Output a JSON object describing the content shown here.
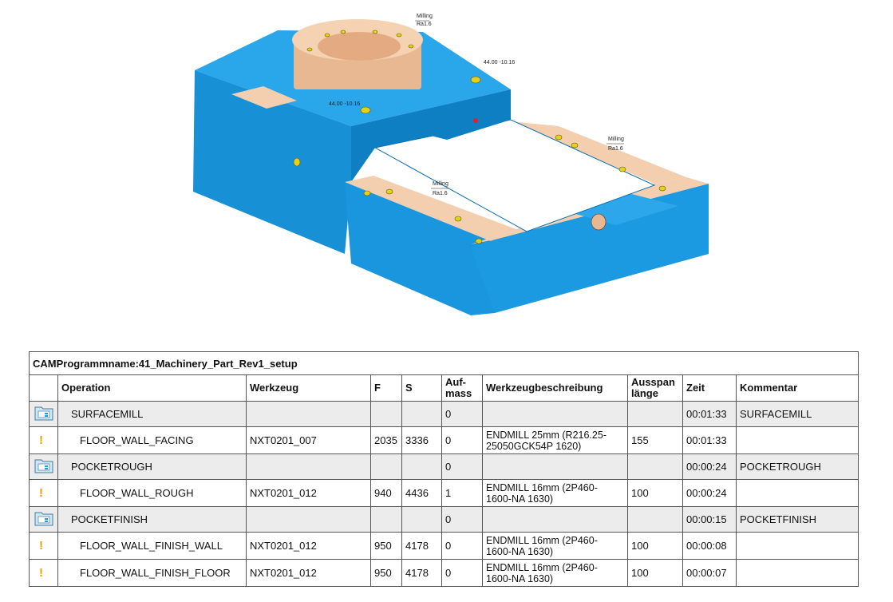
{
  "figure": {
    "annotations": [
      {
        "line1": "Milling",
        "line2": "Ra1.6"
      },
      {
        "line1": "Milling",
        "line2": "Ra1.6"
      },
      {
        "line1": "Milling",
        "line2": "Ra1.6"
      }
    ],
    "dimensions": [
      "44.00 -10.16",
      "44.00 -10.16"
    ],
    "colors": {
      "body": "#1b9ae0",
      "body_dark": "#0d6fb0",
      "machined": "#f3cfb0",
      "hole": "#e3d21a",
      "marker": "#e0202a"
    }
  },
  "table": {
    "title": "CAMProgrammname:41_Machinery_Part_Rev1_setup",
    "headers": {
      "icon": "",
      "operation": "Operation",
      "werkzeug": "Werkzeug",
      "f": "F",
      "s": "S",
      "aufmass_1": "Auf-",
      "aufmass_2": "mass",
      "beschreibung": "Werkzeugbeschreibung",
      "ausspan_1": "Ausspan",
      "ausspan_2": "länge",
      "zeit": "Zeit",
      "kommentar": "Kommentar"
    },
    "rows": [
      {
        "type": "group",
        "icon": "folder-icon",
        "operation": "SURFACEMILL",
        "werkzeug": "",
        "f": "",
        "s": "",
        "aufmass": "0",
        "desc1": "",
        "desc2": "",
        "ausspan": "",
        "zeit": "00:01:33",
        "kommentar": "SURFACEMILL"
      },
      {
        "type": "op",
        "icon": "warning-icon",
        "operation": "FLOOR_WALL_FACING",
        "werkzeug": "NXT0201_007",
        "f": "2035",
        "s": "3336",
        "aufmass": "0",
        "desc1": "ENDMILL 25mm (R216.25-",
        "desc2": "25050GCK54P 1620)",
        "ausspan": "155",
        "zeit": "00:01:33",
        "kommentar": ""
      },
      {
        "type": "group",
        "icon": "folder-icon",
        "operation": "POCKETROUGH",
        "werkzeug": "",
        "f": "",
        "s": "",
        "aufmass": "0",
        "desc1": "",
        "desc2": "",
        "ausspan": "",
        "zeit": "00:00:24",
        "kommentar": "POCKETROUGH"
      },
      {
        "type": "op",
        "icon": "warning-icon",
        "operation": "FLOOR_WALL_ROUGH",
        "werkzeug": "NXT0201_012",
        "f": "940",
        "s": "4436",
        "aufmass": "1",
        "desc1": "ENDMILL 16mm (2P460-",
        "desc2": "1600-NA 1630)",
        "ausspan": "100",
        "zeit": "00:00:24",
        "kommentar": ""
      },
      {
        "type": "group",
        "icon": "folder-icon",
        "operation": "POCKETFINISH",
        "werkzeug": "",
        "f": "",
        "s": "",
        "aufmass": "0",
        "desc1": "",
        "desc2": "",
        "ausspan": "",
        "zeit": "00:00:15",
        "kommentar": "POCKETFINISH"
      },
      {
        "type": "op",
        "icon": "warning-icon",
        "operation": "FLOOR_WALL_FINISH_WALL",
        "werkzeug": "NXT0201_012",
        "f": "950",
        "s": "4178",
        "aufmass": "0",
        "desc1": "ENDMILL 16mm (2P460-",
        "desc2": "1600-NA 1630)",
        "ausspan": "100",
        "zeit": "00:00:08",
        "kommentar": ""
      },
      {
        "type": "op",
        "icon": "warning-icon",
        "operation": "FLOOR_WALL_FINISH_FLOOR",
        "werkzeug": "NXT0201_012",
        "f": "950",
        "s": "4178",
        "aufmass": "0",
        "desc1": "ENDMILL 16mm (2P460-",
        "desc2": "1600-NA 1630)",
        "ausspan": "100",
        "zeit": "00:00:07",
        "kommentar": ""
      }
    ]
  }
}
